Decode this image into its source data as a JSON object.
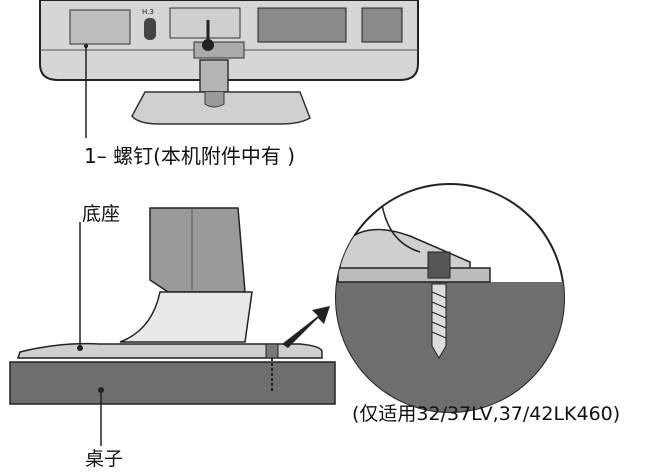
{
  "labels": {
    "screw": "1– 螺钉(本机附件中有 )",
    "base": "底座",
    "desk": "桌子",
    "applicability": "(仅适用32/37LV,37/42LK460)"
  },
  "colors": {
    "line": "#222222",
    "desk": "#6e6e6e",
    "tv_body": "#d3d3d3",
    "stand": "#bdbdbd"
  }
}
